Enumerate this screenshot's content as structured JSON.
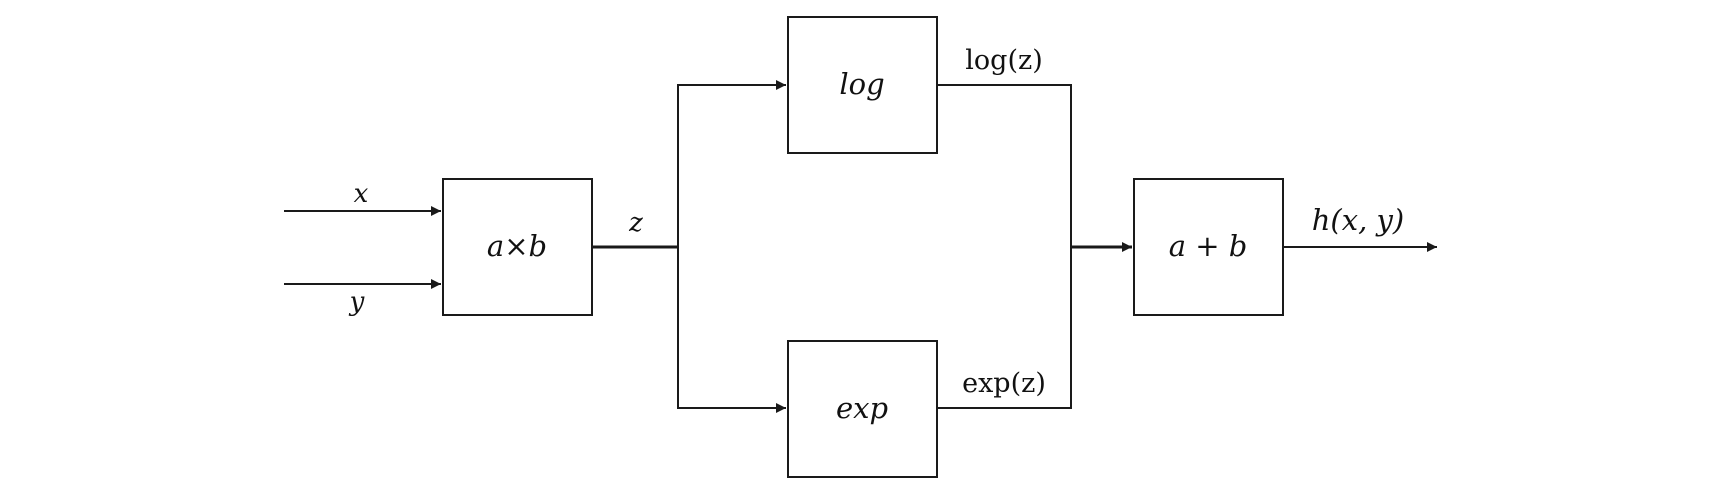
{
  "diagram": {
    "inputs": {
      "x_label": "x",
      "y_label": "y"
    },
    "multiply_block": {
      "label": "a×b"
    },
    "z_label": "z",
    "log_block": {
      "label": "log"
    },
    "exp_block": {
      "label": "exp"
    },
    "log_output_label": "log(z)",
    "exp_output_label": "exp(z)",
    "add_block": {
      "label": "a + b"
    },
    "output_label": "h(x, y)"
  }
}
